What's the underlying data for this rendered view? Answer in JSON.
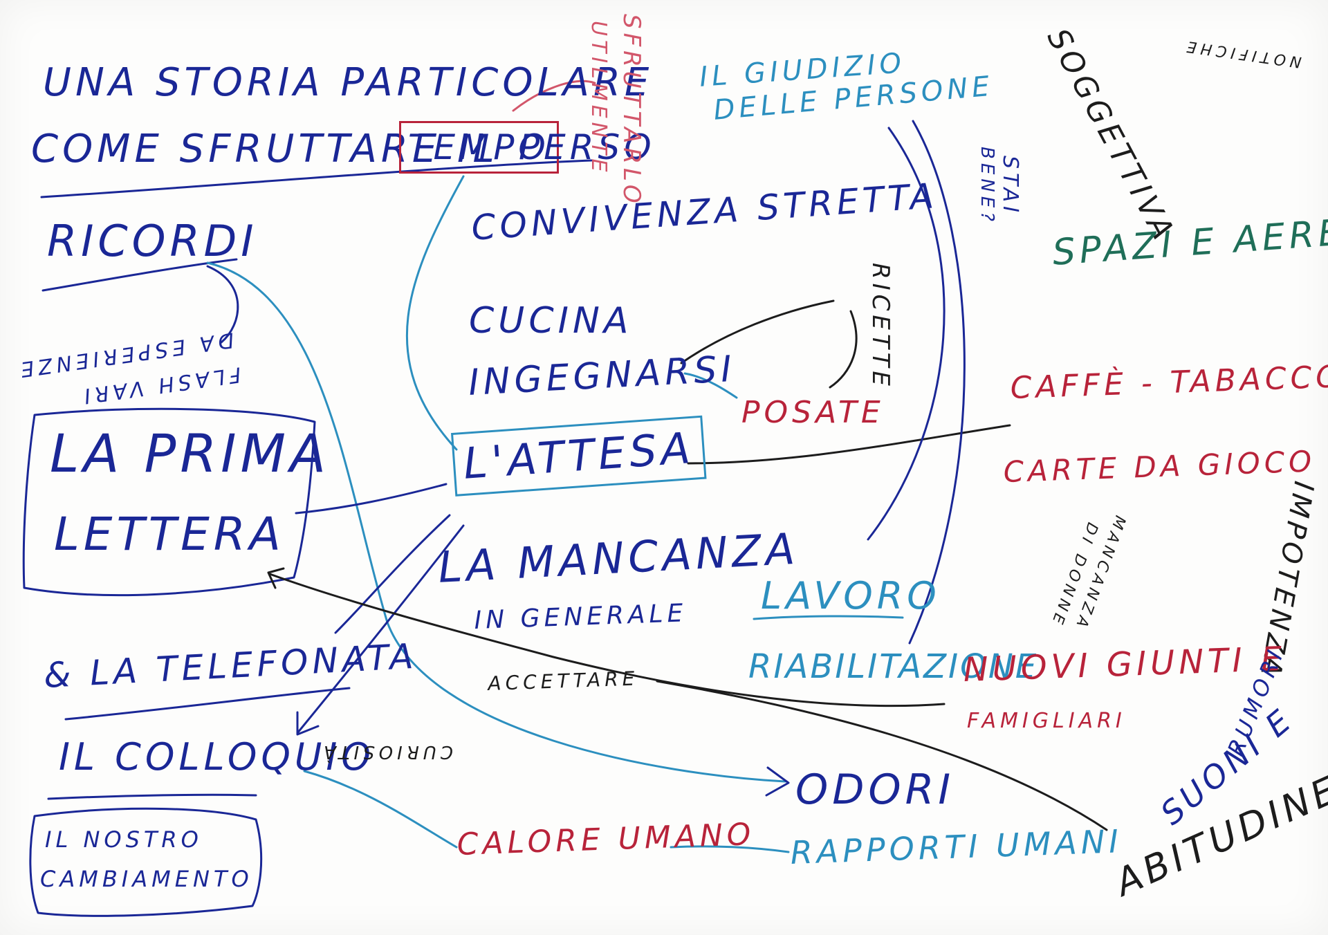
{
  "board": {
    "background": "#fdfdfc",
    "colors": {
      "blue": "#1a2796",
      "light_blue": "#2c8fbf",
      "red": "#b8233a",
      "pink": "#d2566a",
      "black": "#1c1c1c",
      "green": "#1f6e58"
    }
  },
  "header": {
    "line1": "UNA STORIA PARTICOLARE",
    "line2_start": "COME SFRUTTARE IL",
    "line2_boxed": "TEMPO",
    "line2_end": "PERSO",
    "side_note_1": "SFRUTTARLO",
    "side_note_2": "UTILMENTE"
  },
  "left": {
    "ricordi": "RICORDI",
    "flash_1": "FLASH VARI",
    "flash_2": "DA ESPERIENZE",
    "prima_lettera_1": "LA PRIMA",
    "prima_lettera_2": "LETTERA",
    "telefonata": "& LA TELEFONATA",
    "colloquio": "IL COLLOQUIO",
    "cambiamento_1": "IL NOSTRO",
    "cambiamento_2": "CAMBIAMENTO"
  },
  "center": {
    "convivenza": "CONVIVENZA STRETTA",
    "cucina": "CUCINA",
    "ingegnarsi": "INGEGNARSI",
    "attesa": "L'ATTESA",
    "mancanza_1": "LA MANCANZA",
    "mancanza_2": "IN GENERALE",
    "accettare": "ACCETTARE",
    "curiosita": "CURIOSITÀ",
    "calore": "CALORE UMANO",
    "rapporti": "RAPPORTI UMANI",
    "odori": "ODORI"
  },
  "right": {
    "giudizio_1": "IL GIUDIZIO",
    "giudizio_2": "DELLE PERSONE",
    "stai_bene_1": "STAI",
    "stai_bene_2": "BENE?",
    "ricette": "RICETTE",
    "posate": "POSATE",
    "lavoro": "LAVORO",
    "riabilitazione": "RIABILITAZIONE",
    "soggettiva": "SOGGETTIVA",
    "notifiche": "NOTIFICHE",
    "spazi": "SPAZI E AEREA",
    "caffe": "CAFFÈ - TABACCO",
    "carte": "CARTE DA GIOCO",
    "mancanza_donne_1": "MANCANZA",
    "mancanza_donne_2": "DI DONNE",
    "impotenza": "IMPOTENZA",
    "nuovi_giunti": "NUOVI GIUNTI E",
    "famigliari": "FAMIGLIARI",
    "suoni_1": "SUONI E",
    "suoni_2": "RUMORI",
    "abitudine": "ABITUDINE"
  }
}
